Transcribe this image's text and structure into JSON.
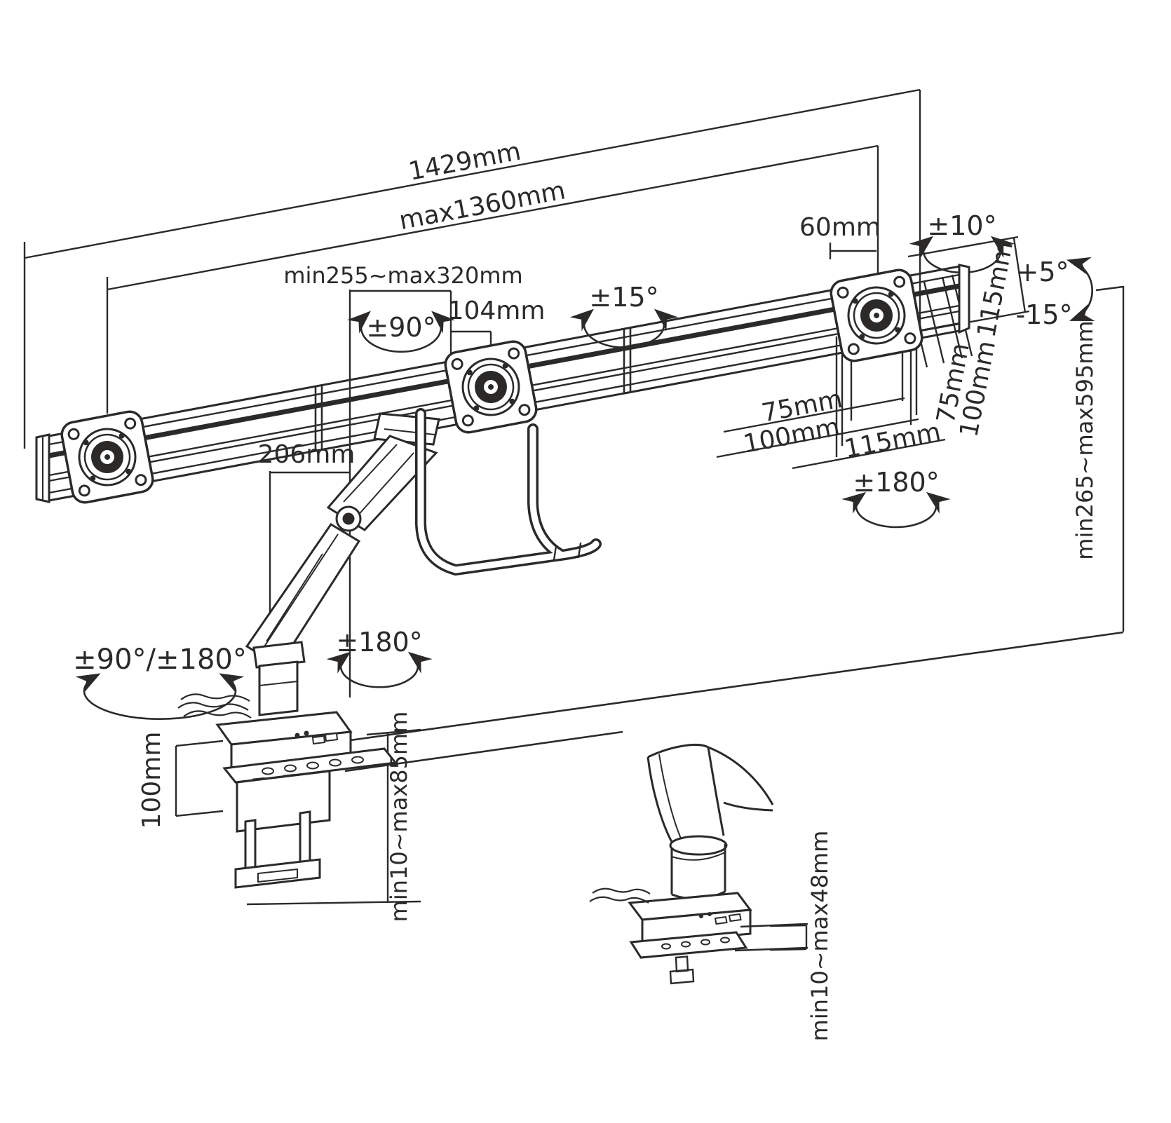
{
  "diagram": {
    "dims": {
      "full_width": "1429mm",
      "bar_width": "max1360mm",
      "slide_range": "min255~max320mm",
      "pivot_offset": "104mm",
      "end_offset": "60mm",
      "arm_length": "206mm",
      "vesa_small": "75mm",
      "vesa_large": "100mm",
      "plate_size": "115mm",
      "height_range": "min265~max595mm",
      "base_height": "100mm",
      "clamp_range": "min10~max85mm",
      "grommet_range": "min10~max48mm"
    },
    "angles": {
      "bar_tilt": "±10°",
      "segment_swivel": "±15°",
      "arm_pivot": "±90°",
      "tilt_up": "+5°",
      "tilt_down": "-15°",
      "screen_rotation": "±180°",
      "arm_rotation": "±180°",
      "base_rotation": "±90°/±180°"
    },
    "ink_color": "#2b2a29"
  }
}
